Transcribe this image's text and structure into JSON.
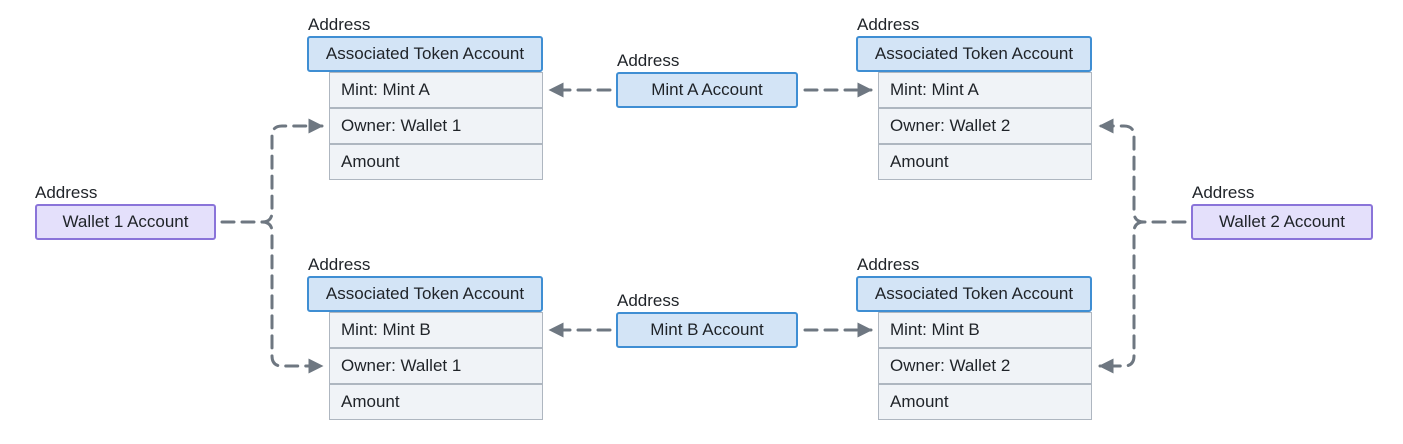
{
  "address_label": "Address",
  "wallets": [
    {
      "id": "wallet1",
      "label": "Wallet 1 Account"
    },
    {
      "id": "wallet2",
      "label": "Wallet 2 Account"
    }
  ],
  "mints": [
    {
      "id": "mintA",
      "label": "Mint A Account"
    },
    {
      "id": "mintB",
      "label": "Mint B Account"
    }
  ],
  "token_accounts": [
    {
      "id": "ata_w1_a",
      "header": "Associated Token Account",
      "fields": [
        "Mint: Mint A",
        "Owner: Wallet 1",
        "Amount"
      ]
    },
    {
      "id": "ata_w2_a",
      "header": "Associated Token Account",
      "fields": [
        "Mint: Mint A",
        "Owner: Wallet 2",
        "Amount"
      ]
    },
    {
      "id": "ata_w1_b",
      "header": "Associated Token Account",
      "fields": [
        "Mint: Mint B",
        "Owner: Wallet 1",
        "Amount"
      ]
    },
    {
      "id": "ata_w2_b",
      "header": "Associated Token Account",
      "fields": [
        "Mint: Mint B",
        "Owner: Wallet 2",
        "Amount"
      ]
    }
  ],
  "colors": {
    "wallet_fill": "#e4e0fb",
    "wallet_border": "#8a74d9",
    "account_fill": "#d3e4f6",
    "account_border": "#3f8ed3",
    "field_fill": "#f0f3f7",
    "field_border": "#aeb6c0",
    "connector": "#6e7781"
  }
}
